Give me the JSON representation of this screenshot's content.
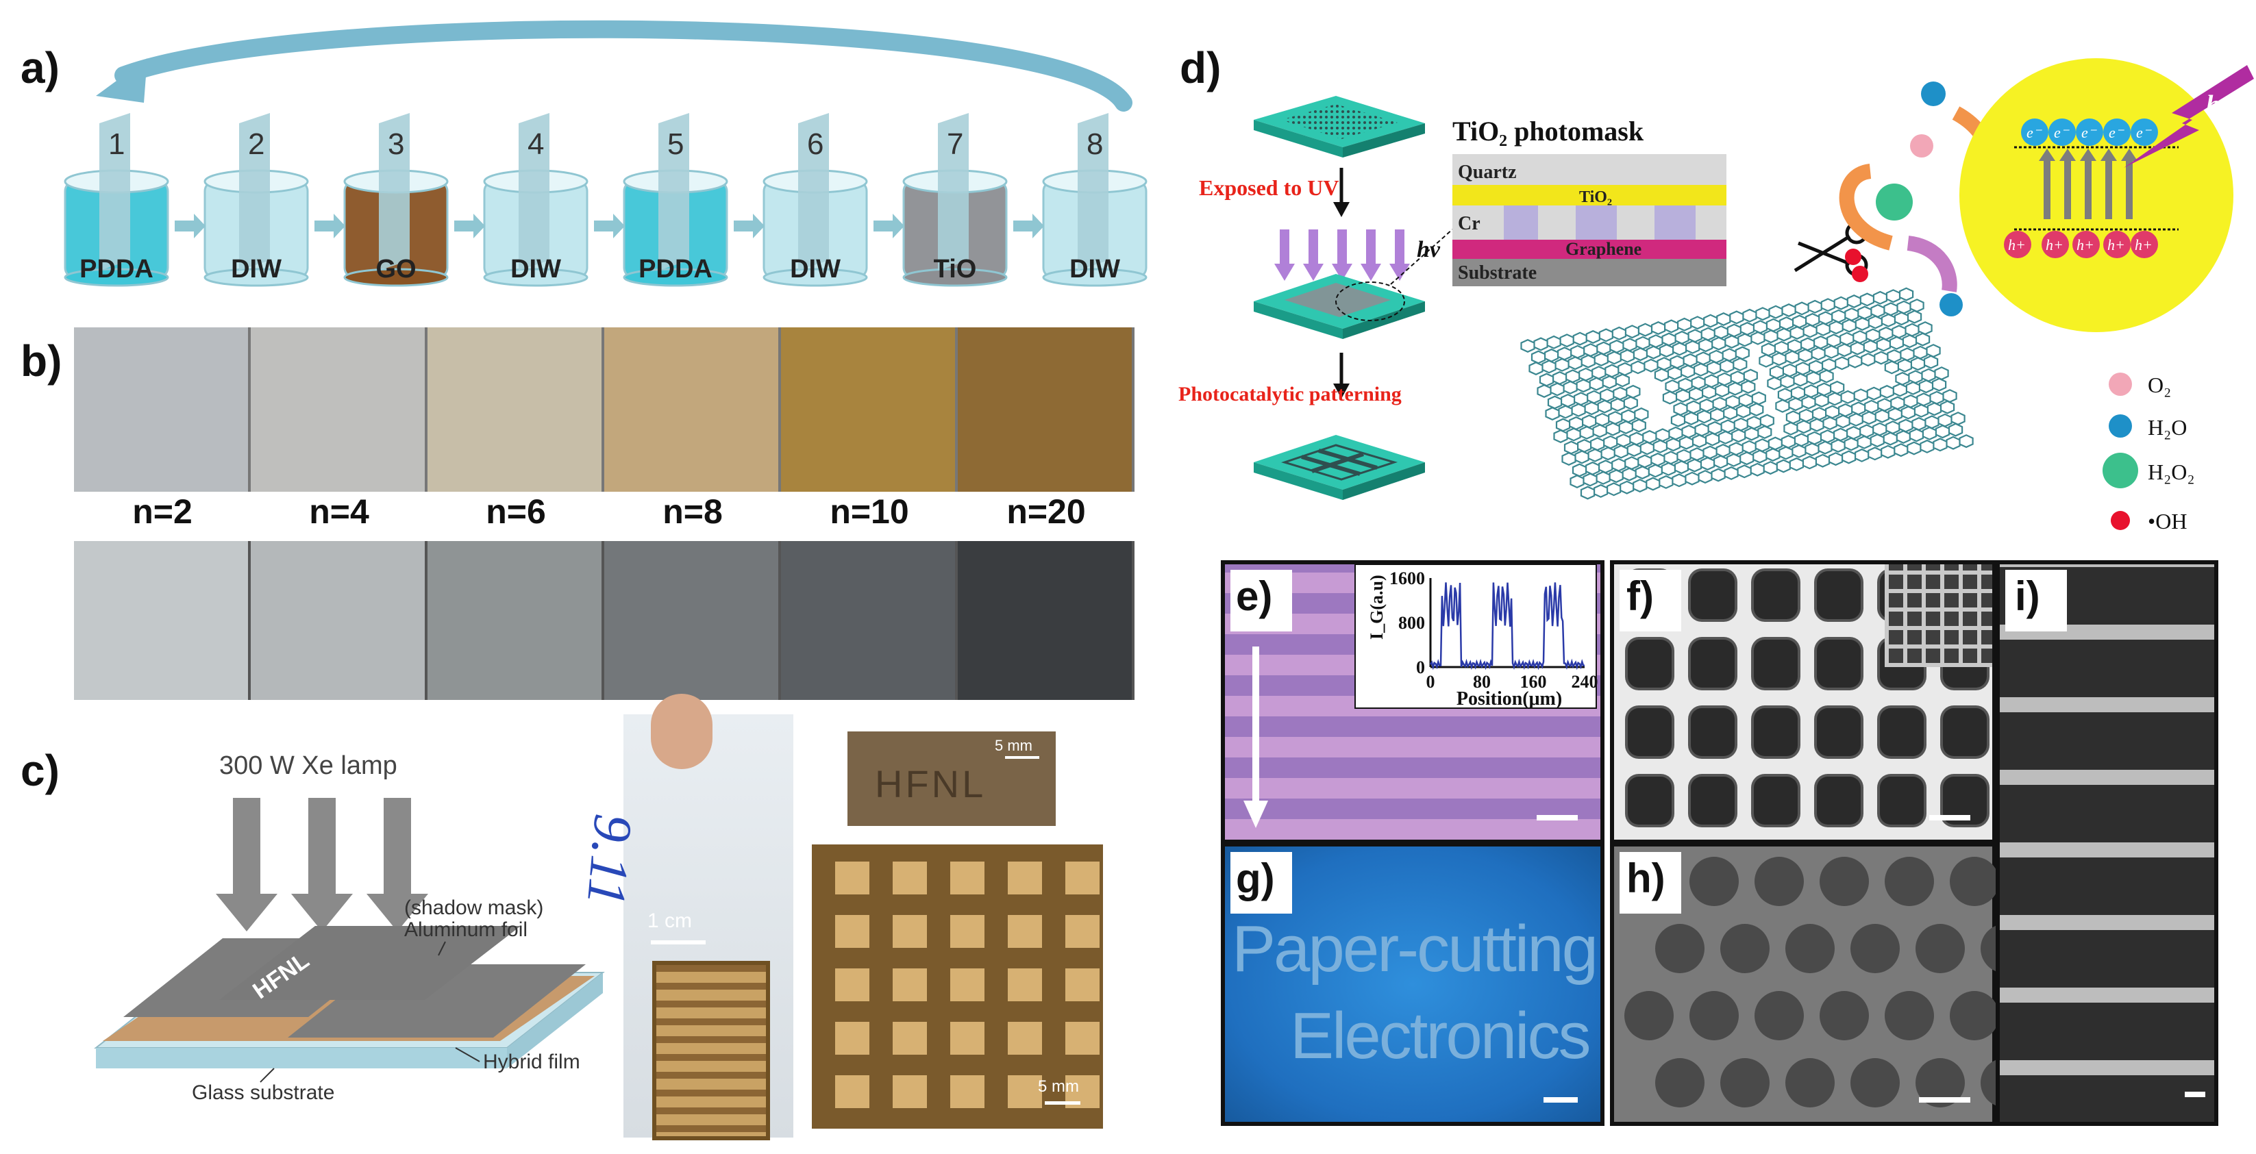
{
  "panels": {
    "a": {
      "label": "a)",
      "beakers": [
        {
          "step": "1",
          "solution": "PDDA",
          "color": "#3fc6d8"
        },
        {
          "step": "2",
          "solution": "DIW",
          "color": "#bfe6ee"
        },
        {
          "step": "3",
          "solution": "GO",
          "color": "#8a5424"
        },
        {
          "step": "4",
          "solution": "DIW",
          "color": "#bfe6ee"
        },
        {
          "step": "5",
          "solution": "PDDA",
          "color": "#3fc6d8"
        },
        {
          "step": "6",
          "solution": "DIW",
          "color": "#bfe6ee"
        },
        {
          "step": "7",
          "solution": "TiO",
          "color": "#8d8f93"
        },
        {
          "step": "8",
          "solution": "DIW",
          "color": "#bfe6ee"
        }
      ]
    },
    "b": {
      "label": "b)",
      "layers": [
        "n=2",
        "n=4",
        "n=6",
        "n=8",
        "n=10",
        "n=20"
      ],
      "top_colors": [
        "#b8bcc0",
        "#bfbfbd",
        "#c7bea8",
        "#c2a77c",
        "#a8843e",
        "#8e6a34"
      ],
      "bottom_colors": [
        "#c3c8ca",
        "#b4b8ba",
        "#8f9495",
        "#73777a",
        "#5a5e62",
        "#3a3d40"
      ]
    },
    "c": {
      "label": "c)",
      "lamp": "300 W Xe lamp",
      "mask_note": "(shadow mask)",
      "foil": "Aluminum foil",
      "film": "Hybrid film",
      "substrate": "Glass substrate",
      "mask_text": "HFNL",
      "scale_1cm": "1 cm",
      "scale_5mm_a": "5 mm",
      "scale_5mm_b": "5 mm",
      "photo_text": "HFNL",
      "handwriting": "9.11"
    },
    "d": {
      "label": "d)",
      "title": "TiO₂ photomask",
      "stack": [
        "Quartz",
        "TiO₂",
        "Cr",
        "Graphene",
        "Substrate"
      ],
      "exposed": "Exposed to UV",
      "hv": "hν",
      "patterning": "Photocatalytic patterning",
      "electron": "e⁻",
      "hole": "h+",
      "legend": [
        "O₂",
        "H₂O",
        "H₂O₂",
        "•OH"
      ],
      "colors": {
        "o2": "#f2a7b7",
        "h2o": "#1e90c8",
        "h2o2": "#3cc08c",
        "oh": "#e8112d"
      }
    },
    "e": {
      "label": "e)",
      "ylabel": "I_G(a.u)",
      "xlabel": "Position(μm)",
      "yticks": [
        "1600",
        "800",
        "0"
      ],
      "xticks": [
        "0",
        "80",
        "160",
        "240"
      ]
    },
    "f": {
      "label": "f)"
    },
    "g": {
      "label": "g)",
      "line1": "Paper-cutting",
      "line2": "Electronics"
    },
    "h": {
      "label": "h)"
    },
    "i": {
      "label": "i)"
    }
  }
}
